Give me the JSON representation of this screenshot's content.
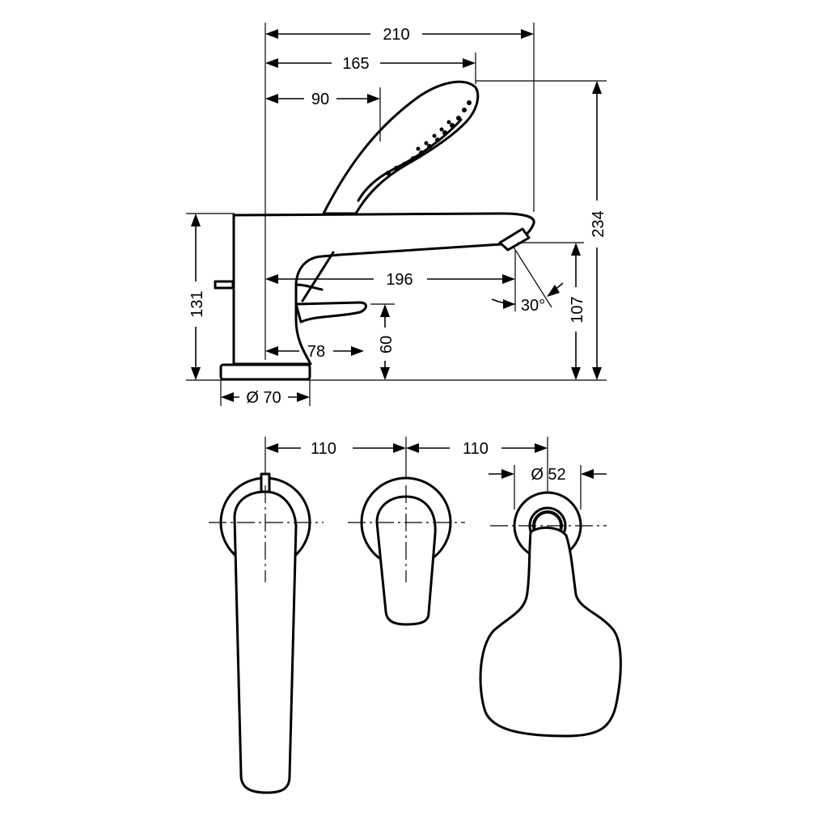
{
  "labels": {
    "d210": "210",
    "d165": "165",
    "d90": "90",
    "d234": "234",
    "d131": "131",
    "d196": "196",
    "d30": "30°",
    "d107": "107",
    "d60": "60",
    "d78": "78",
    "d70": "Ø 70",
    "d110a": "110",
    "d110b": "110",
    "d52": "Ø 52"
  }
}
